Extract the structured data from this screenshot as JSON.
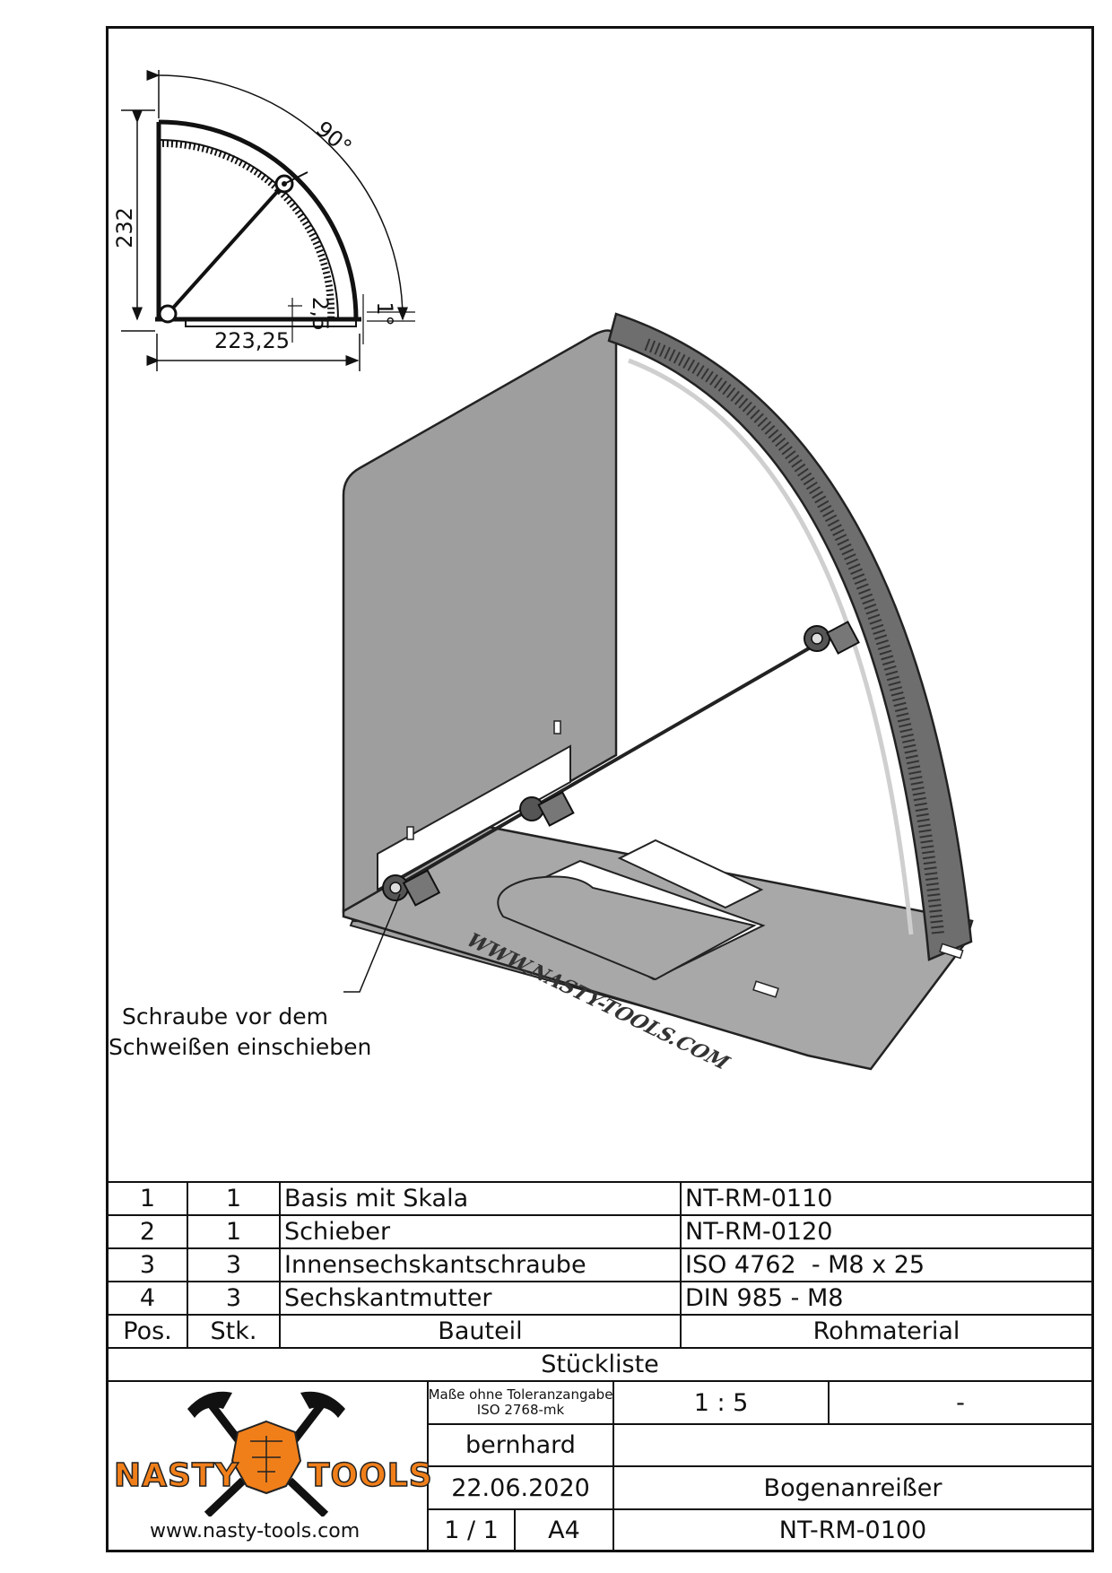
{
  "dimensions": {
    "height": "232",
    "width": "223,25",
    "angle": "90°",
    "offset": "2,5",
    "offset_angle": "1°"
  },
  "annotation": {
    "line1": "Schraube vor dem",
    "line2": "Schweißen einschieben"
  },
  "engraving": "WWW.NASTY-TOOLS.COM",
  "parts_list": {
    "rows": [
      {
        "pos": "1",
        "qty": "1",
        "part": "Basis mit Skala",
        "material": "NT-RM-0110"
      },
      {
        "pos": "2",
        "qty": "1",
        "part": "Schieber",
        "material": "NT-RM-0120"
      },
      {
        "pos": "3",
        "qty": "3",
        "part": "Innensechskantschraube",
        "material": "ISO 4762  - M8 x 25"
      },
      {
        "pos": "4",
        "qty": "3",
        "part": "Sechskantmutter",
        "material": "DIN 985 - M8"
      }
    ],
    "headers": {
      "pos": "Pos.",
      "qty": "Stk.",
      "part": "Bauteil",
      "material": "Rohmaterial"
    },
    "title": "Stückliste"
  },
  "title_block": {
    "tolerance_line1": "Maße ohne Toleranzangabe",
    "tolerance_line2": "ISO 2768-mk",
    "scale": "1 : 5",
    "dash": "-",
    "author": "bernhard",
    "date": "22.06.2020",
    "title": "Bogenanreißer",
    "sheet": "1 / 1",
    "format": "A4",
    "drawing_number": "NT-RM-0100",
    "logo_left": "NASTY",
    "logo_right": "TOOLS",
    "website": "www.nasty-tools.com"
  },
  "colors": {
    "logo_orange": "#f07f1a",
    "metal": "#9a9a9a",
    "metal_dark": "#555555"
  }
}
